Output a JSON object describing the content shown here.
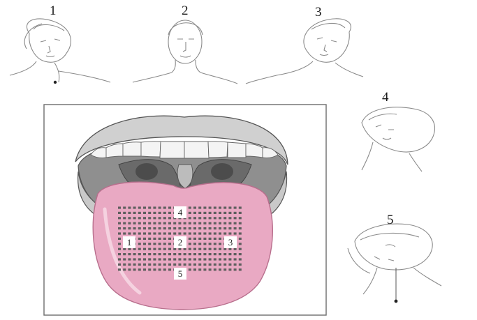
{
  "head_views": [
    {
      "number": "1",
      "icon": "head-tilted-left-icon"
    },
    {
      "number": "2",
      "icon": "head-front-icon"
    },
    {
      "number": "3",
      "icon": "head-tilted-right-icon"
    },
    {
      "number": "4",
      "icon": "head-tilted-back-icon"
    },
    {
      "number": "5",
      "icon": "head-tilted-forward-icon"
    }
  ],
  "tongue_regions": {
    "top": "4",
    "left": "1",
    "center": "2",
    "right": "3",
    "bottom": "5"
  },
  "colors": {
    "tongue": "#e9a9c3",
    "tongue_edge": "#b86f8d",
    "teeth": "#f4f4f4",
    "palate": "#8c8c8c",
    "lips": "#c9c9c9",
    "dots": "#5e5e5e"
  }
}
